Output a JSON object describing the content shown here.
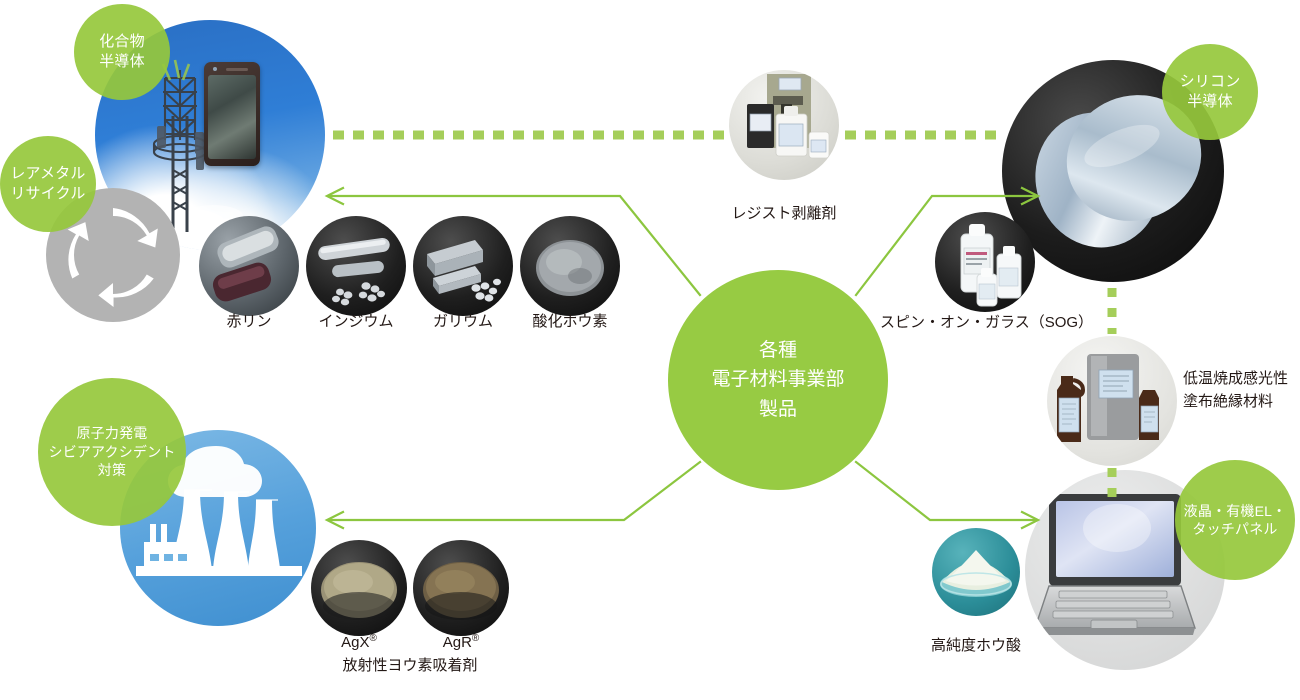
{
  "diagram": {
    "hub": {
      "lines": [
        "各種",
        "電子材料事業部",
        "製品"
      ]
    },
    "colors": {
      "hub_green": "#97cb43",
      "tag_green": "#9ccb48",
      "arrow_green": "#8cc63f",
      "dash_green": "#a5ce5a",
      "recycle_gray": "#b3b3b3",
      "caption_text": "#231815"
    },
    "tags": [
      {
        "id": "compound-semiconductor",
        "lines": [
          "化合物",
          "半導体"
        ]
      },
      {
        "id": "rare-metal-recycle",
        "lines": [
          "レアメタル",
          "リサイクル"
        ]
      },
      {
        "id": "silicon-semiconductor",
        "lines": [
          "シリコン",
          "半導体"
        ]
      },
      {
        "id": "nuclear-severe-accident",
        "lines": [
          "原子力発電",
          "シビアアクシデント",
          "対策"
        ]
      },
      {
        "id": "display-touch-panel",
        "lines": [
          "液晶・有機EL・",
          "タッチパネル"
        ]
      }
    ],
    "materials": [
      {
        "id": "red-phosphorus",
        "label": "赤リン"
      },
      {
        "id": "indium",
        "label": "インジウム"
      },
      {
        "id": "gallium",
        "label": "ガリウム"
      },
      {
        "id": "boron-oxide",
        "label": "酸化ホウ素"
      }
    ],
    "products": {
      "resist_stripper": "レジスト剥離剤",
      "spin_on_glass": "スピン・オン・ガラス（SOG）",
      "low_temp_insulating": [
        "低温焼成感光性",
        "塗布絶縁材料"
      ],
      "boric_acid": "高純度ホウ酸",
      "agx": "AgX",
      "agr": "AgR",
      "registered_mark": "®",
      "iodine_adsorbent": "放射性ヨウ素吸着剤"
    },
    "icons": {
      "recycle": "recycle-arrows-icon",
      "cell_tower": "cell-tower-icon",
      "smartphone": "smartphone-icon",
      "power_plant": "nuclear-power-plant-icon",
      "laptop": "laptop-icon",
      "wafer": "silicon-wafer-icon"
    }
  }
}
